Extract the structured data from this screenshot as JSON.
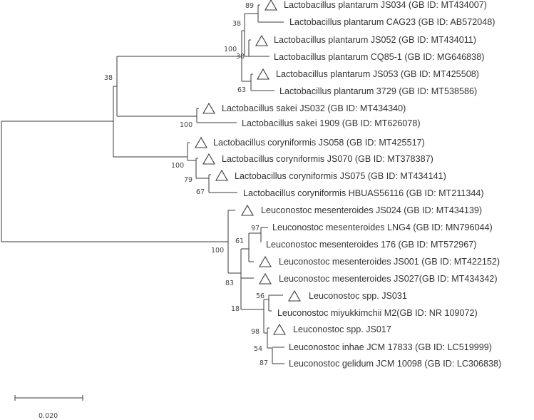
{
  "figure": {
    "type": "phylogenetic-tree",
    "marker_meaning_icon": "triangle-icon",
    "scale_bar": {
      "label": "0.020"
    }
  },
  "leaves": [
    {
      "label": "Lactobacillus plantarum JS034 (GB ID: MT434007)",
      "marker": true
    },
    {
      "label": "Lactobacillus plantarum CAG23 (GB ID: AB572048)",
      "marker": false
    },
    {
      "label": "Lactobacillus plantarum JS052 (GB ID: MT434011)",
      "marker": true
    },
    {
      "label": "Lactobacillus plantarum CQ85-1 (GB ID: MG646838)",
      "marker": false
    },
    {
      "label": "Lactobacillus plantarum JS053 (GB ID: MT425508)",
      "marker": true
    },
    {
      "label": "Lactobacillus plantarum 3729 (GB ID: MT538586)",
      "marker": false
    },
    {
      "label": "Lactobacillus sakei JS032 (GB ID: MT434340)",
      "marker": true
    },
    {
      "label": "Lactobacillus sakei 1909 (GB ID: MT626078)",
      "marker": false
    },
    {
      "label": "Lactobacillus coryniformis JS058 (GB ID: MT425517)",
      "marker": true
    },
    {
      "label": "Lactobacillus coryniformis JS070 (GB ID: MT378387)",
      "marker": true
    },
    {
      "label": "Lactobacillus coryniformis JS075 (GB ID: MT434141)",
      "marker": true
    },
    {
      "label": "Lactobacillus coryniformis HBUAS56116 (GB ID: MT211344)",
      "marker": false
    },
    {
      "label": "Leuconostoc mesenteroides JS024 (GB ID: MT434139)",
      "marker": true
    },
    {
      "label": "Leuconostoc mesenteroides LNG4 (GB ID: MN796044)",
      "marker": false
    },
    {
      "label": "Leuconostoc mesenteroides 176 (GB ID: MT572967)",
      "marker": false
    },
    {
      "label": "Leuconostoc mesenteroides JS001 (GB ID: MT422152)",
      "marker": true
    },
    {
      "label": "Leuconostoc mesenteroides JS027(GB ID: MT434342)",
      "marker": true
    },
    {
      "label": "Leuconostoc spp. JS031",
      "marker": true
    },
    {
      "label": "Leuconostoc miyukkimchii M2(GB ID: NR 109072)",
      "marker": false
    },
    {
      "label": "Leuconostoc spp. JS017",
      "marker": true
    },
    {
      "label": "Leuconostoc inhae JCM 17833 (GB ID: LC519999)",
      "marker": false
    },
    {
      "label": "Leuconostoc gelidum JCM 10098 (GB ID: LC306838)",
      "marker": false
    }
  ],
  "bootstrap": {
    "b89": "89",
    "b38a": "38",
    "b100a": "100",
    "b38b": "38",
    "b63": "63",
    "b38root": "38",
    "b100sakei": "100",
    "b100cory": "100",
    "b79": "79",
    "b67": "67",
    "b100leu": "100",
    "b97": "97",
    "b61": "61",
    "b83": "83",
    "b56": "56",
    "b18": "18",
    "b98": "98",
    "b54": "54",
    "b87": "87"
  }
}
